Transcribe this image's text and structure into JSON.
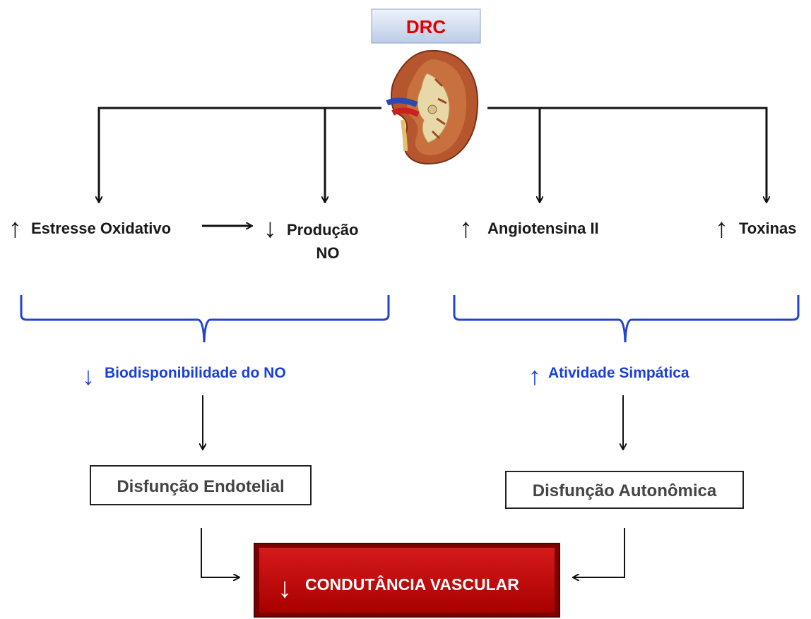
{
  "title": "DRC",
  "factors": {
    "oxidative_stress": "Estresse Oxidativo",
    "no_production_line1": "Produção",
    "no_production_line2": "NO",
    "angiotensin": "Angiotensina II",
    "toxins": "Toxinas"
  },
  "mechanisms": {
    "no_bioavailability": "Biodisponibilidade do NO",
    "sympathetic_activity": "Atividade Simpática"
  },
  "dysfunctions": {
    "endothelial": "Disfunção Endotelial",
    "autonomic": "Disfunção Autonômica"
  },
  "outcome": "CONDUTÂNCIA VASCULAR",
  "symbols": {
    "up": "↑",
    "down": "↓"
  },
  "colors": {
    "title_text": "#e00000",
    "title_box": "#cfdcf0",
    "blue_text": "#1a3fd6",
    "outcome_fill": "#c00000"
  }
}
